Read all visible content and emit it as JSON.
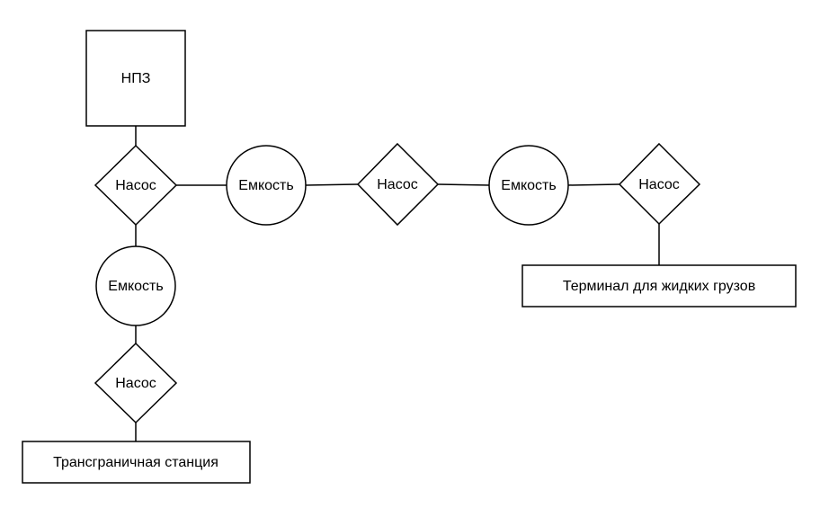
{
  "diagram": {
    "nodes": [
      {
        "id": "refinery",
        "shape": "rect",
        "label": "НПЗ"
      },
      {
        "id": "pump_1",
        "shape": "diamond",
        "label": "Насос"
      },
      {
        "id": "tank_1",
        "shape": "circle",
        "label": "Емкость"
      },
      {
        "id": "pump_2",
        "shape": "diamond",
        "label": "Насос"
      },
      {
        "id": "tank_2",
        "shape": "circle",
        "label": "Емкость"
      },
      {
        "id": "pump_3",
        "shape": "diamond",
        "label": "Насос"
      },
      {
        "id": "liquid_terminal",
        "shape": "rect",
        "label": "Терминал для жидких грузов"
      },
      {
        "id": "tank_3",
        "shape": "circle",
        "label": "Емкость"
      },
      {
        "id": "pump_4",
        "shape": "diamond",
        "label": "Насос"
      },
      {
        "id": "border_station",
        "shape": "rect",
        "label": "Трансграничная станция"
      }
    ],
    "edges": [
      [
        "refinery",
        "pump_1"
      ],
      [
        "pump_1",
        "tank_1"
      ],
      [
        "tank_1",
        "pump_2"
      ],
      [
        "pump_2",
        "tank_2"
      ],
      [
        "tank_2",
        "pump_3"
      ],
      [
        "pump_3",
        "liquid_terminal"
      ],
      [
        "pump_1",
        "tank_3"
      ],
      [
        "tank_3",
        "pump_4"
      ],
      [
        "pump_4",
        "border_station"
      ]
    ]
  }
}
